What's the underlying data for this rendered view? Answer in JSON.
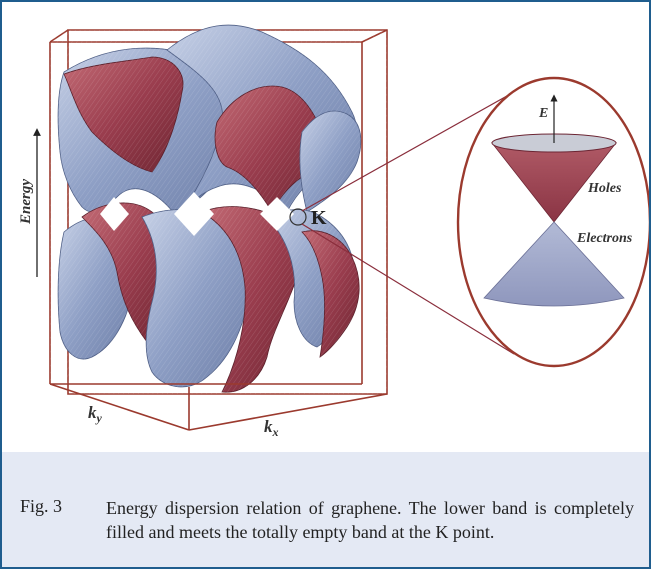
{
  "figure": {
    "axis_energy": "Energy",
    "axis_ky": "k",
    "axis_ky_sub": "y",
    "axis_kx": "k",
    "axis_kx_sub": "x",
    "point_label": "K",
    "inset_axis": "E",
    "inset_upper": "Holes",
    "inset_lower": "Electrons"
  },
  "caption": {
    "number": "Fig. 3",
    "text": "Energy dispersion relation of graphene. The lower band is completely filled and meets the totally empty band at the K point."
  },
  "colors": {
    "frame": "#1f5d8e",
    "box": "#9b3a2e",
    "band_red": "#9a3d4e",
    "band_blue": "#8ea0c6",
    "caption_bg": "#e4e9f4"
  }
}
